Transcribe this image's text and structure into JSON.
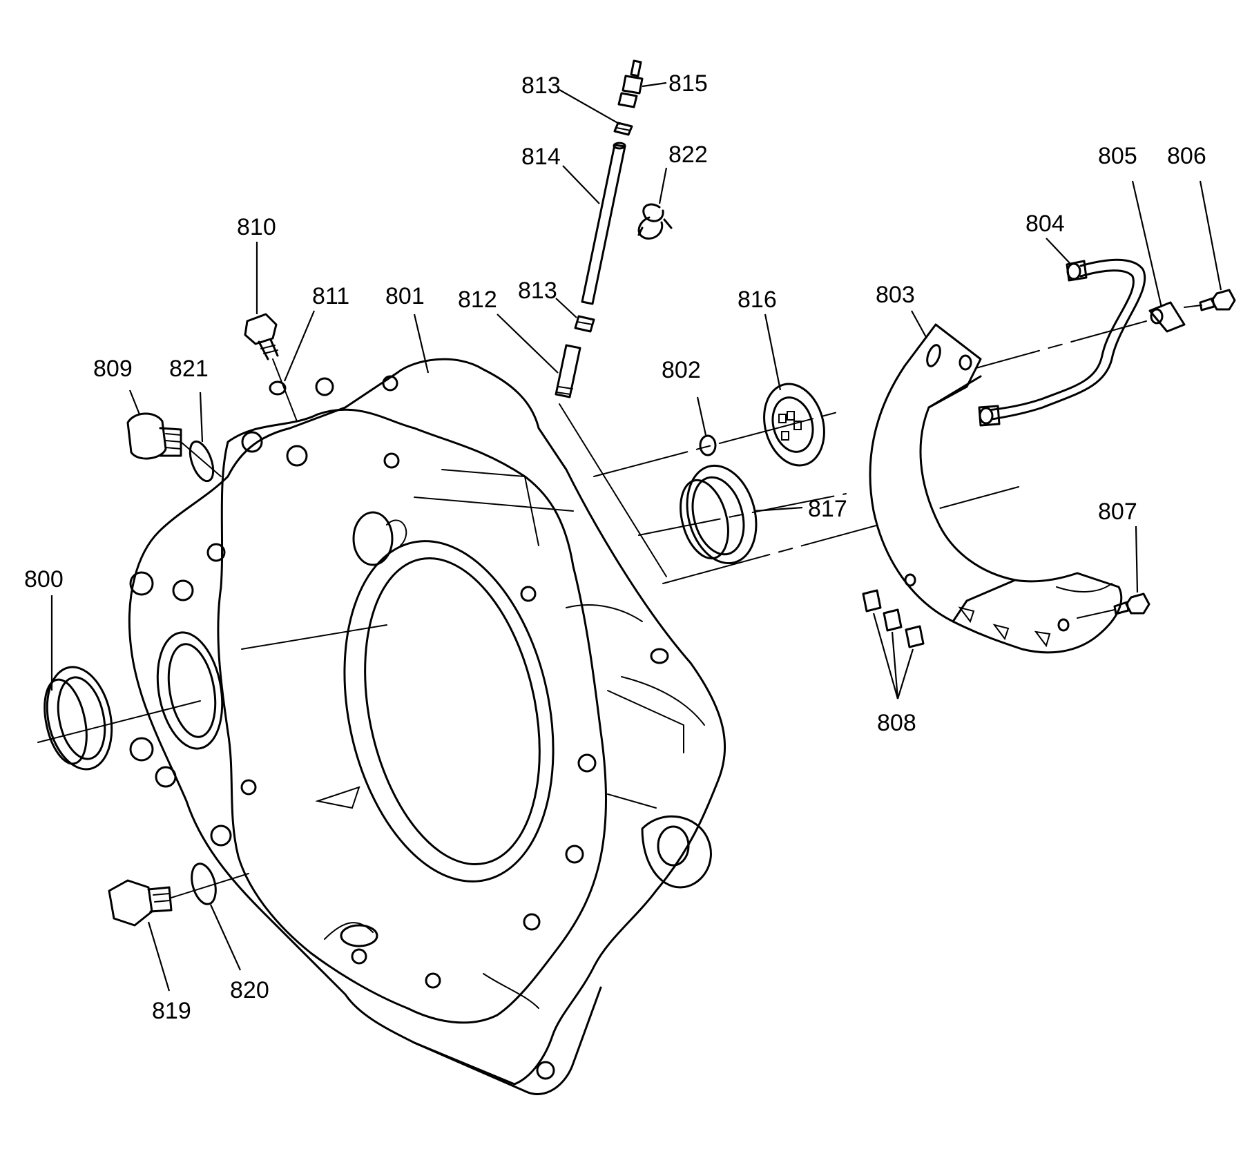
{
  "callouts": {
    "c800": "800",
    "c801": "801",
    "c802": "802",
    "c803": "803",
    "c804": "804",
    "c805": "805",
    "c806": "806",
    "c807": "807",
    "c808": "808",
    "c809": "809",
    "c810": "810",
    "c811": "811",
    "c812": "812",
    "c813a": "813",
    "c813b": "813",
    "c814": "814",
    "c815": "815",
    "c816": "816",
    "c817": "817",
    "c819": "819",
    "c820": "820",
    "c821": "821",
    "c822": "822"
  }
}
